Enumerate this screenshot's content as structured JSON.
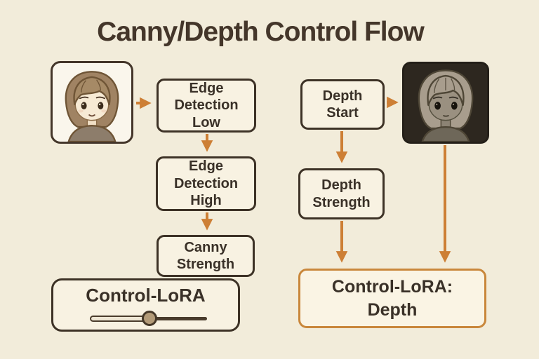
{
  "title": "Canny/Depth Control Flow",
  "colors": {
    "background": "#f2ecda",
    "box_fill": "#f8f2e2",
    "box_border": "#3d3226",
    "arrow": "#cd7f35",
    "highlight_box_border": "#c9873b",
    "text": "#3a3128"
  },
  "left_flow": {
    "boxes": {
      "edge_low": "Edge\nDetection\nLow",
      "edge_high": "Edge\nDetection\nHigh",
      "canny_strength": "Canny\nStrength",
      "control_lora": "Control-LoRA"
    },
    "slider": {
      "value_percent": 51
    }
  },
  "right_flow": {
    "boxes": {
      "depth_start": "Depth\nStart",
      "depth_strength": "Depth\nStrength",
      "control_lora_depth": "Control-LoRA:\nDepth"
    }
  }
}
